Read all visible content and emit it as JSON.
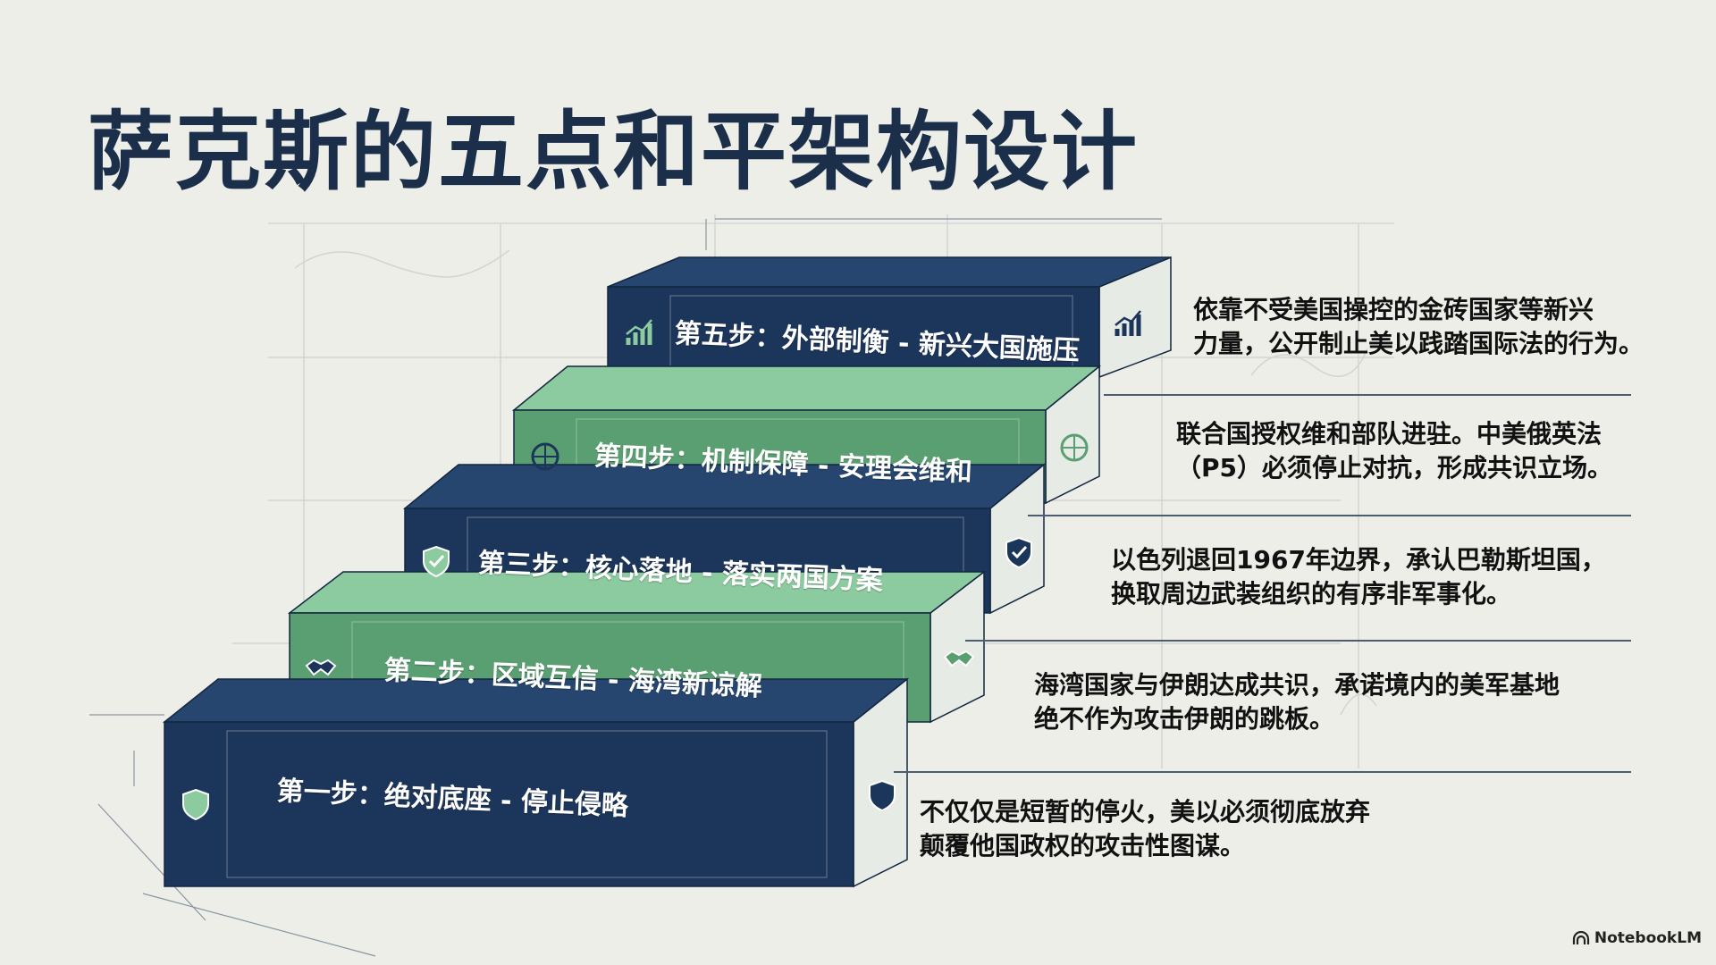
{
  "title": "萨克斯的五点和平架构设计",
  "steps": [
    {
      "label": "第一步：绝对底座 - 停止侵略",
      "description_lines": [
        "不仅仅是短暂的停火，美以必须彻底放弃",
        "颠覆他国政权的攻击性图谋。"
      ],
      "icon": "shield-icon",
      "color": "navy"
    },
    {
      "label": "第二步：区域互信 - 海湾新谅解",
      "description_lines": [
        "海湾国家与伊朗达成共识，承诺境内的美军基地",
        "绝不作为攻击伊朗的跳板。"
      ],
      "icon": "handshake-icon",
      "color": "green"
    },
    {
      "label": "第三步：核心落地 - 落实两国方案",
      "description_lines": [
        "以色列退回1967年边界，承认巴勒斯坦国，",
        "换取周边武装组织的有序非军事化。"
      ],
      "icon": "shield-check-icon",
      "color": "navy"
    },
    {
      "label": "第四步：机制保障 - 安理会维和",
      "description_lines": [
        "联合国授权维和部队进驻。中美俄英法",
        "（P5）必须停止对抗，形成共识立场。"
      ],
      "icon": "un-emblem-icon",
      "color": "green"
    },
    {
      "label": "第五步：外部制衡 - 新兴大国施压",
      "description_lines": [
        "依靠不受美国操控的金砖国家等新兴",
        "力量，公开制止美以践踏国际法的行为。"
      ],
      "icon": "growth-chart-icon",
      "color": "navy"
    }
  ],
  "colors": {
    "navy_front": "#1c355a",
    "navy_top": "#26466f",
    "green_front": "#5a9f72",
    "green_top": "#8ccb9f",
    "side": "#e6ebe6"
  },
  "watermark": "NotebookLM"
}
